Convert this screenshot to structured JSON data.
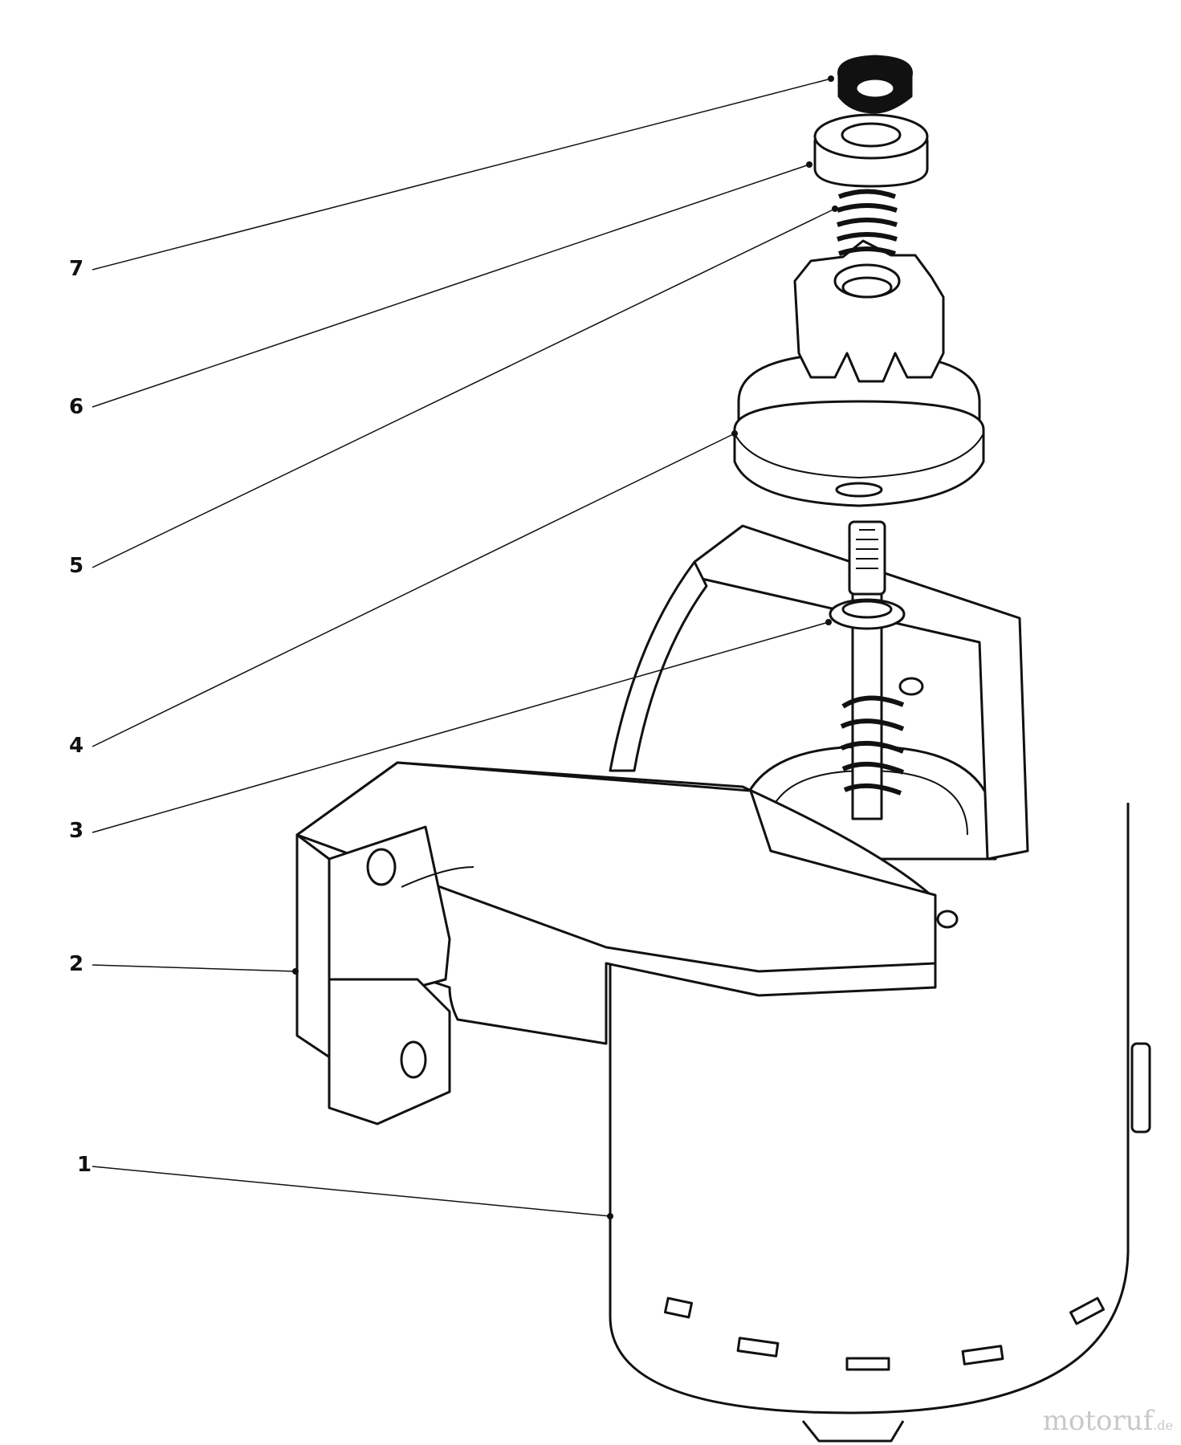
{
  "callouts": [
    "1",
    "2",
    "3",
    "4",
    "5",
    "6",
    "7"
  ],
  "watermark": {
    "name": "motoruf",
    "suffix": ".de"
  }
}
